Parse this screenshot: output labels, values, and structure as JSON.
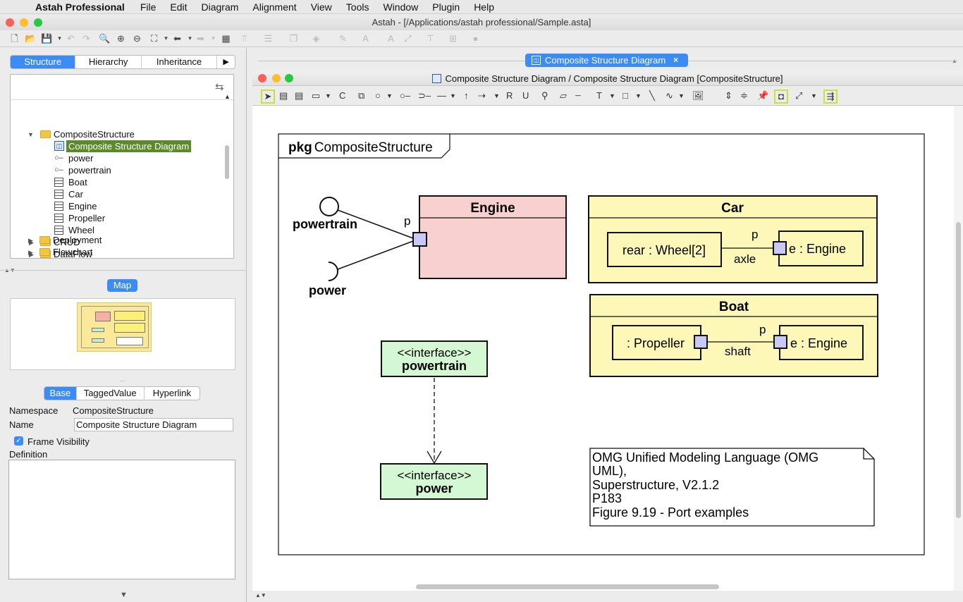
{
  "menubar": {
    "app_name": "Astah Professional",
    "items": [
      "File",
      "Edit",
      "Diagram",
      "Alignment",
      "View",
      "Tools",
      "Window",
      "Plugin",
      "Help"
    ]
  },
  "window": {
    "title": "Astah - [/Applications/astah professional/Sample.asta]"
  },
  "left_panel": {
    "tabs": [
      "Structure",
      "Hierarchy",
      "Inheritance"
    ],
    "active_tab": "Structure",
    "tree": {
      "root": "CompositeStructure",
      "children": [
        {
          "label": "Composite Structure Diagram",
          "icon": "diagram-icon",
          "selected": true
        },
        {
          "label": "power",
          "icon": "interface-icon"
        },
        {
          "label": "powertrain",
          "icon": "interface-icon"
        },
        {
          "label": "Boat",
          "icon": "class-icon"
        },
        {
          "label": "Car",
          "icon": "class-icon"
        },
        {
          "label": "Engine",
          "icon": "class-icon"
        },
        {
          "label": "Propeller",
          "icon": "class-icon"
        },
        {
          "label": "Wheel",
          "icon": "class-icon"
        }
      ],
      "folders": [
        "CRUD",
        "DataFlow",
        "Deployment",
        "Flowchart"
      ]
    },
    "map_label": "Map",
    "property_tabs": [
      "Base",
      "TaggedValue",
      "Hyperlink"
    ],
    "active_property_tab": "Base",
    "properties": {
      "namespace_label": "Namespace",
      "namespace_value": "CompositeStructure",
      "name_label": "Name",
      "name_value": "Composite Structure Diagram",
      "frame_visibility_label": "Frame Visibility",
      "frame_visibility_checked": true,
      "definition_label": "Definition"
    }
  },
  "editor": {
    "tab_label": "Composite Structure Diagram",
    "inner_title": "Composite Structure Diagram / Composite Structure Diagram [CompositeStructure]"
  },
  "diagram": {
    "frame_keyword": "pkg",
    "frame_name": "CompositeStructure",
    "interfaces": {
      "provided": "powertrain",
      "required": "power"
    },
    "engine": {
      "name": "Engine",
      "port": "p"
    },
    "car": {
      "name": "Car",
      "part_left": "rear : Wheel[2]",
      "part_right": "e : Engine",
      "connector": "axle",
      "port": "p"
    },
    "boat": {
      "name": "Boat",
      "part_left": ": Propeller",
      "part_right": "e : Engine",
      "connector": "shaft",
      "port": "p"
    },
    "iface_powertrain": {
      "stereotype": "<<interface>>",
      "name": "powertrain"
    },
    "iface_power": {
      "stereotype": "<<interface>>",
      "name": "power"
    },
    "note_lines": [
      "OMG Unified Modeling Language (OMG",
      "UML),",
      "Superstructure, V2.1.2",
      "P183",
      "Figure 9.19 - Port examples"
    ]
  },
  "colors": {
    "accent": "#3b8cf5",
    "engine_fill": "#f8d0d0",
    "class_fill": "#fdf7b8",
    "interface_fill": "#d3f8d3",
    "port_fill": "#c9c9f5",
    "selection": "#5a8a2a"
  }
}
